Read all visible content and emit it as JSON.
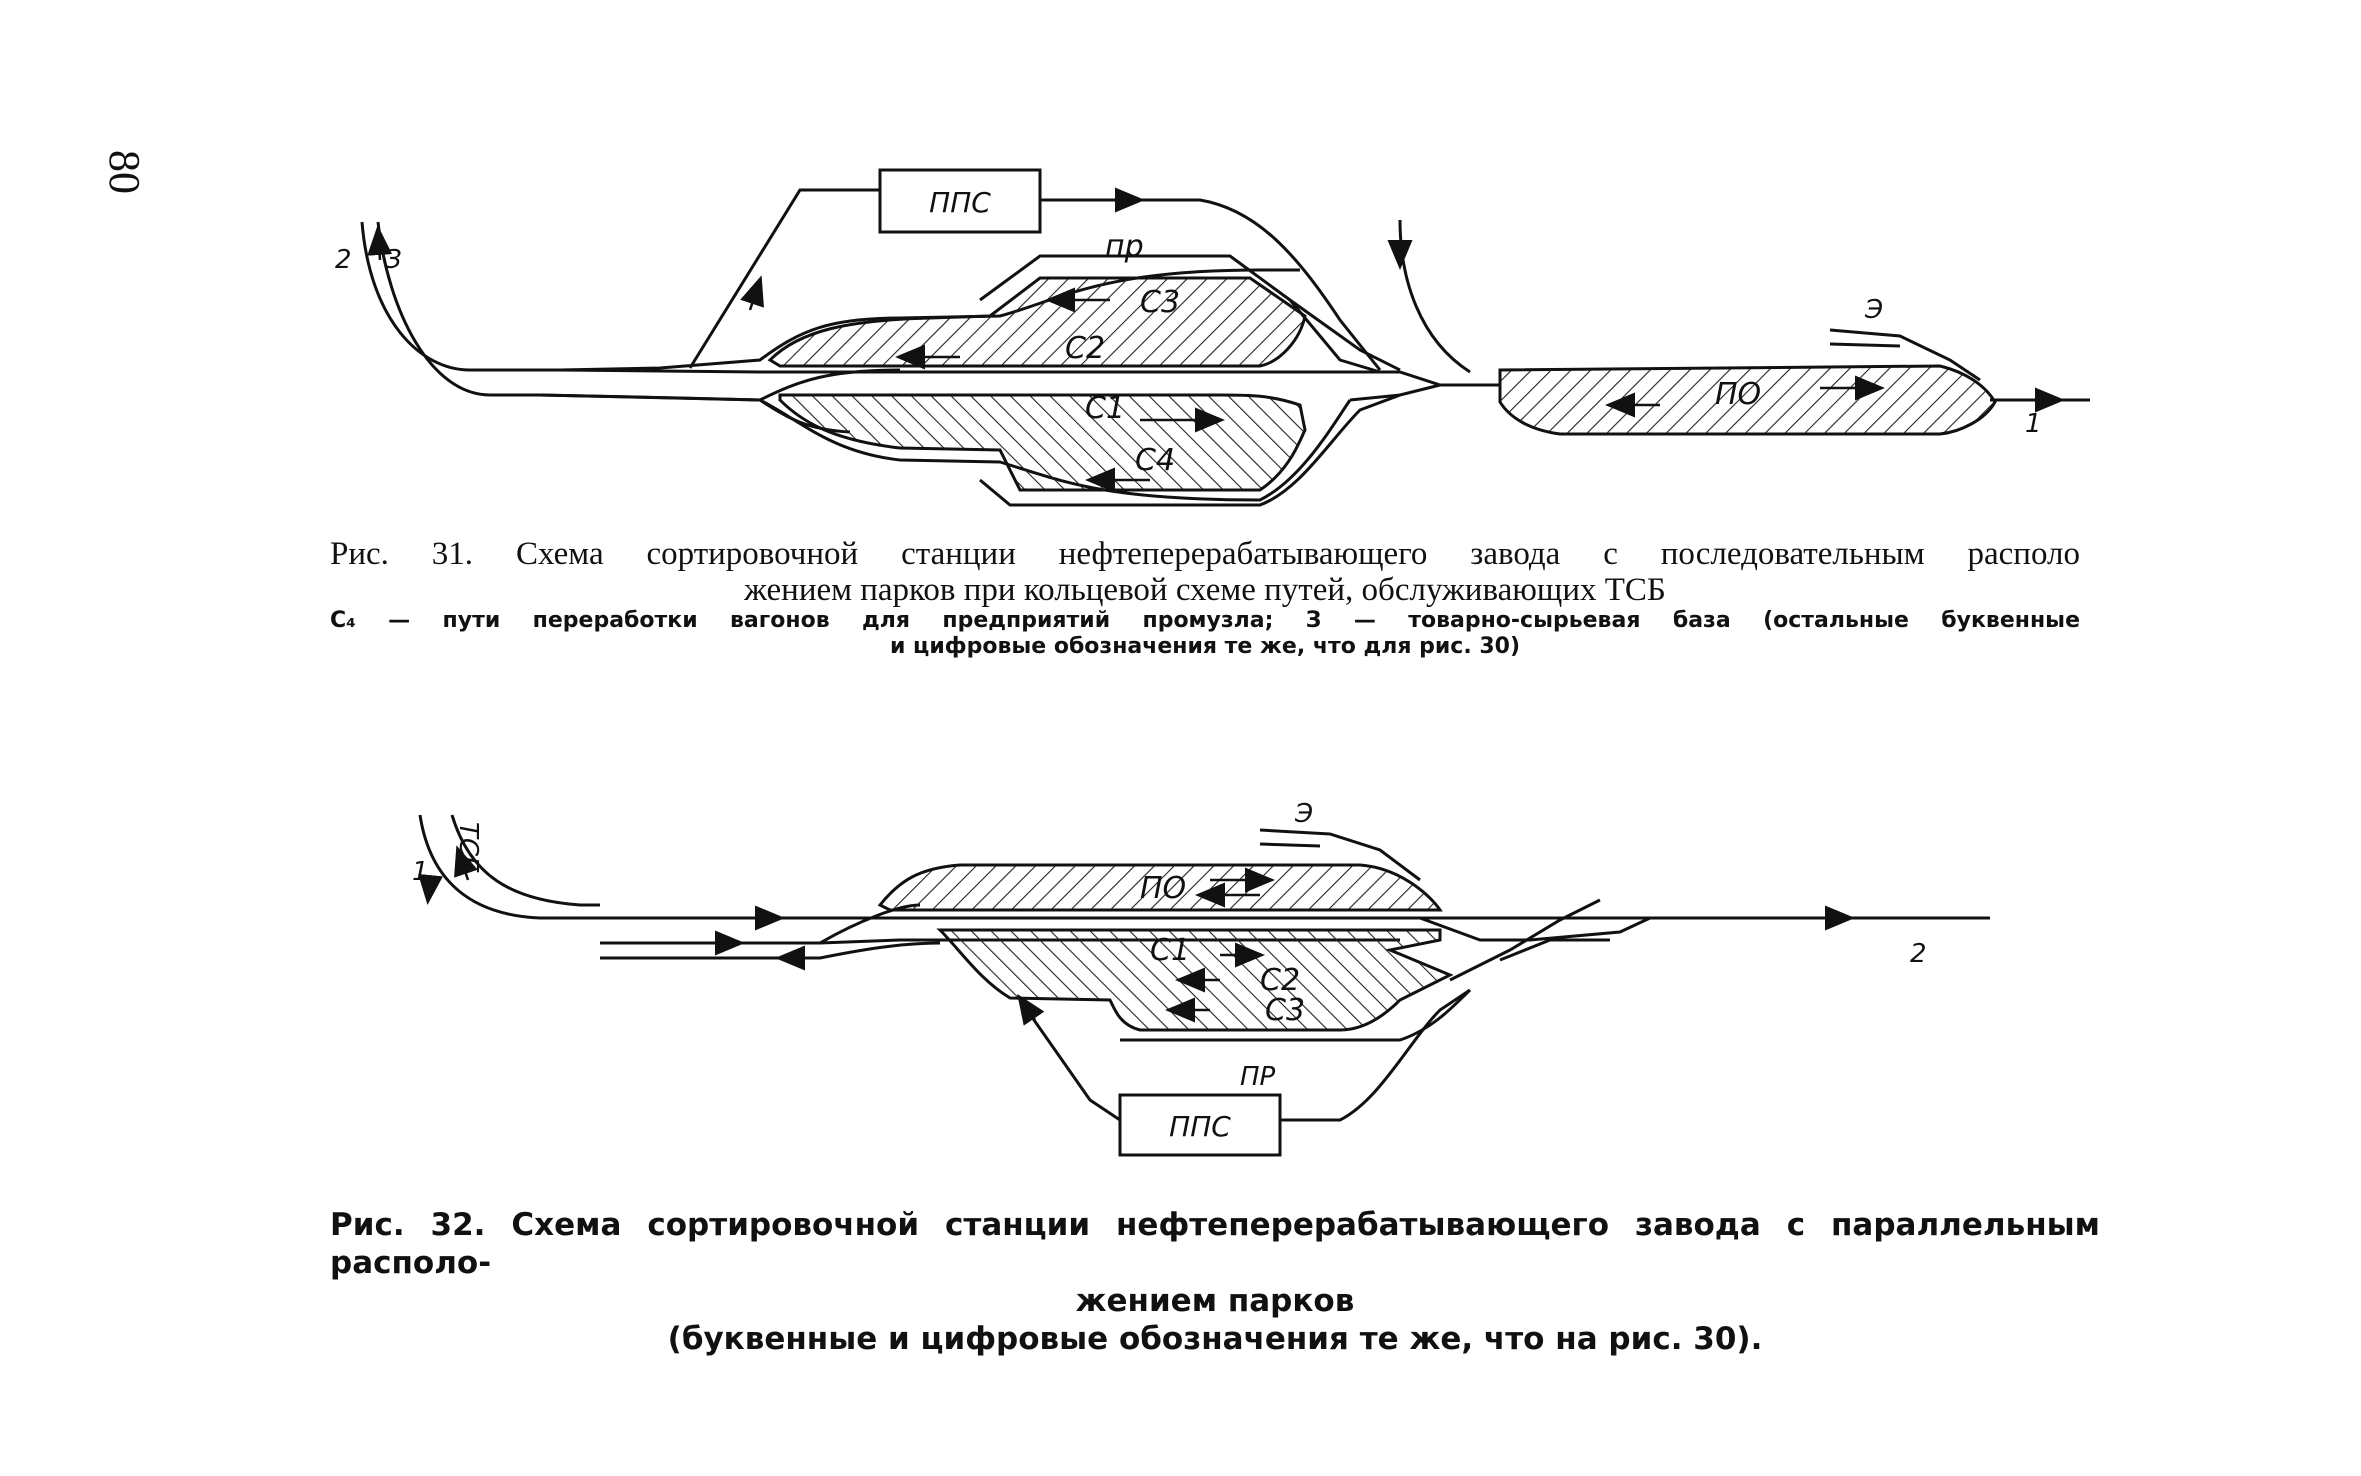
{
  "page_number": "80",
  "fig31": {
    "labels": {
      "pps": "ППС",
      "pr": "пр",
      "c3": "С3",
      "c2": "С2",
      "c1": "С1",
      "c4": "С4",
      "po": "ПО",
      "e": "Э",
      "track_1": "1",
      "track_2": "2",
      "track_z": "З"
    },
    "caption_line1": "Рис. 31. Схема сортировочной станции нефтеперерабатывающего завода с последовательным располо",
    "caption_line2": "жением парков при кольцевой схеме путей, обслуживающих ТСБ",
    "note_line1": "С₄ — пути переработки вагонов для предприятий промузла; З — товарно-сырьевая база (остальные буквенные",
    "note_line2": "и цифровые обозначения те же, что для рис. 30)"
  },
  "fig32": {
    "labels": {
      "tsb": "ТСБ",
      "track_1": "1",
      "e": "Э",
      "po": "ПО",
      "c1": "С1",
      "c2": "С2",
      "c3": "С3",
      "pr": "ПР",
      "pps": "ППС",
      "track_2": "2"
    },
    "caption_line1": "Рис. 32. Схема сортировочной станции нефтеперерабатывающего завода с параллельным располо-",
    "caption_line2": "жением парков",
    "caption_line3": "(буквенные и цифровые обозначения те же, что на рис. 30)."
  }
}
